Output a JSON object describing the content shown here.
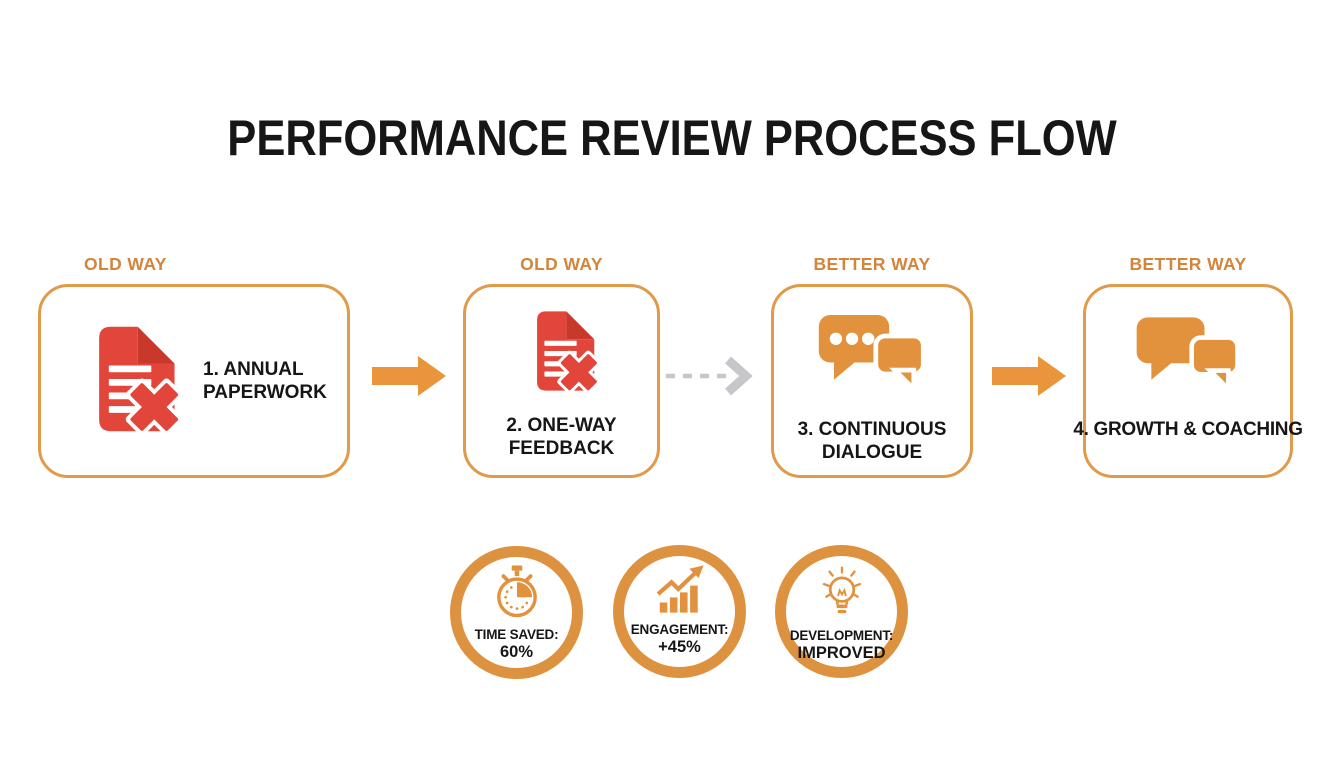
{
  "title": "PERFORMANCE REVIEW PROCESS FLOW",
  "steps": [
    {
      "category": "OLD WAY",
      "label": "1. ANNUAL PAPERWORK",
      "label_lines": [
        "1. ANNUAL",
        "PAPERWORK"
      ],
      "icon": "document-x-icon"
    },
    {
      "category": "OLD WAY",
      "label": "2. ONE-WAY FEEDBACK",
      "label_lines": [
        "2. ONE-WAY",
        "FEEDBACK"
      ],
      "icon": "document-x-icon"
    },
    {
      "category": "BETTER WAY",
      "label": "3. CONTINUOUS DIALOGUE",
      "label_lines": [
        "3. CONTINUOUS",
        "DIALOGUE"
      ],
      "icon": "chat-bubbles-dots-icon"
    },
    {
      "category": "BETTER WAY",
      "label": "4. GROWTH & COACHING",
      "label_lines": [
        "4. GROWTH & COACHING"
      ],
      "icon": "chat-bubbles-icon"
    }
  ],
  "connectors": [
    {
      "type": "solid-arrow"
    },
    {
      "type": "dashed-arrow"
    },
    {
      "type": "solid-arrow"
    }
  ],
  "metrics": [
    {
      "label": "TIME SAVED:",
      "value": "60%",
      "icon": "stopwatch-icon"
    },
    {
      "label": "ENGAGEMENT:",
      "value": "+45%",
      "icon": "bar-chart-icon"
    },
    {
      "label": "DEVELOPMENT:",
      "value": "IMPROVED",
      "icon": "lightbulb-icon"
    }
  ],
  "colors": {
    "accent_orange": "#E2923C",
    "arrow_orange": "#E8953B",
    "box_border": "#E09A4A",
    "badge_ring": "#DD9240",
    "doc_red": "#E2463A",
    "doc_red_dark": "#C9392B",
    "dashed_gray": "#C7C7CB",
    "text_dark": "#161616",
    "category_orange": "#D2853B"
  }
}
